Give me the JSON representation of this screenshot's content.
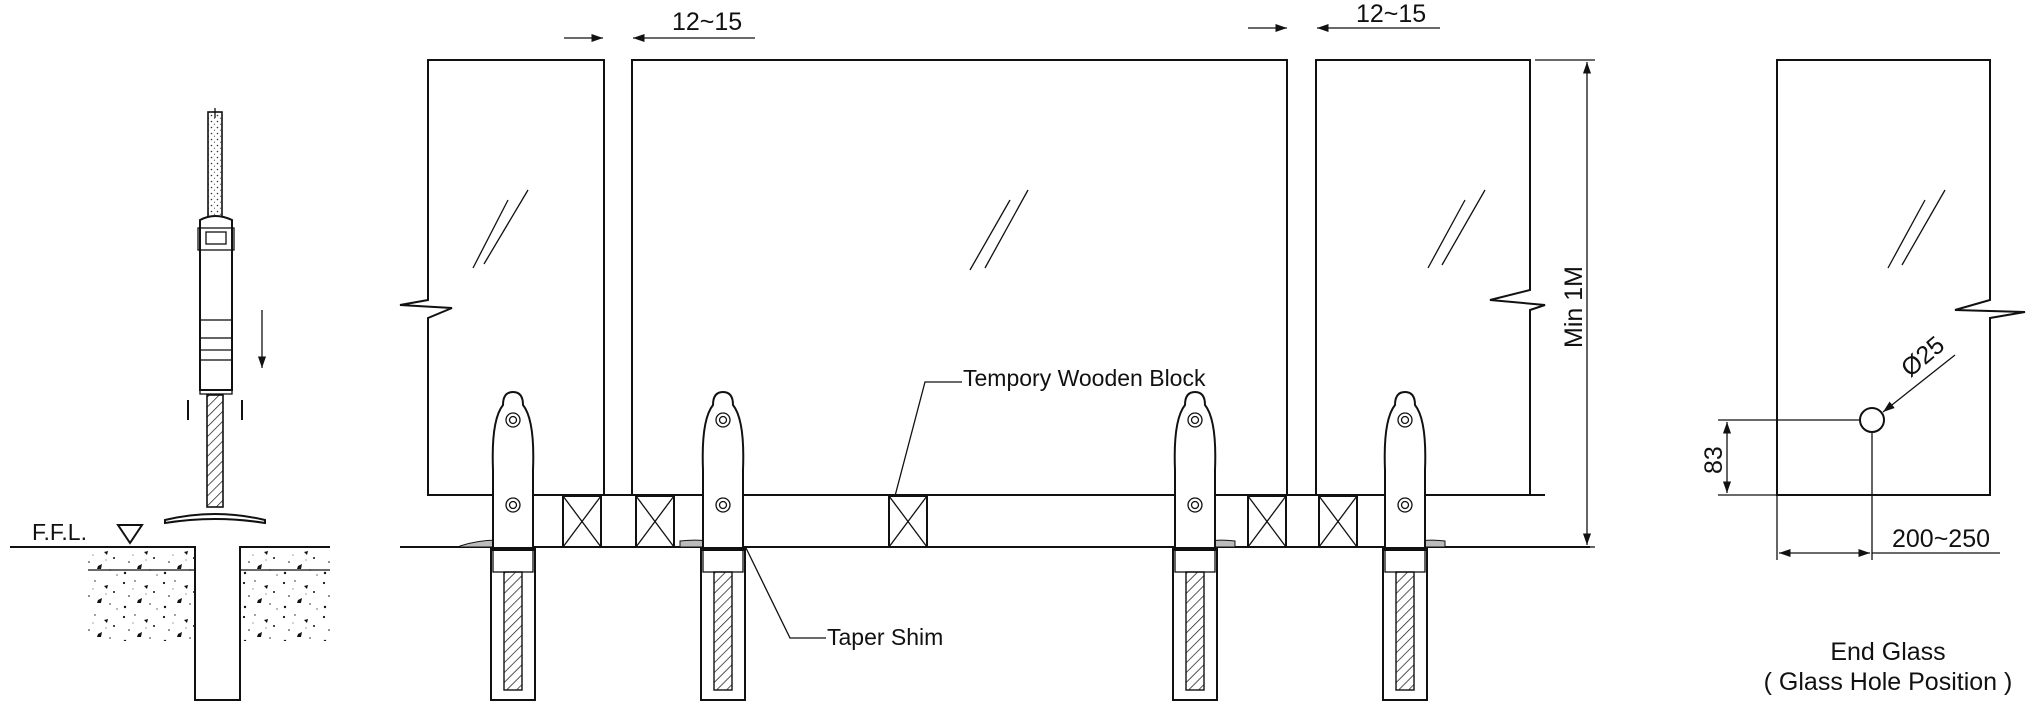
{
  "labels": {
    "gap_left": "12~15",
    "gap_right": "12~15",
    "min_height": "Min 1M",
    "wooden_block": "Tempory Wooden Block",
    "taper_shim": "Taper Shim",
    "ffl": "F.F.L.",
    "hole_diameter": "Ø25",
    "hole_height": "83",
    "hole_offset": "200~250",
    "end_glass_title": "End Glass",
    "end_glass_subtitle": "( Glass Hole Position )"
  }
}
